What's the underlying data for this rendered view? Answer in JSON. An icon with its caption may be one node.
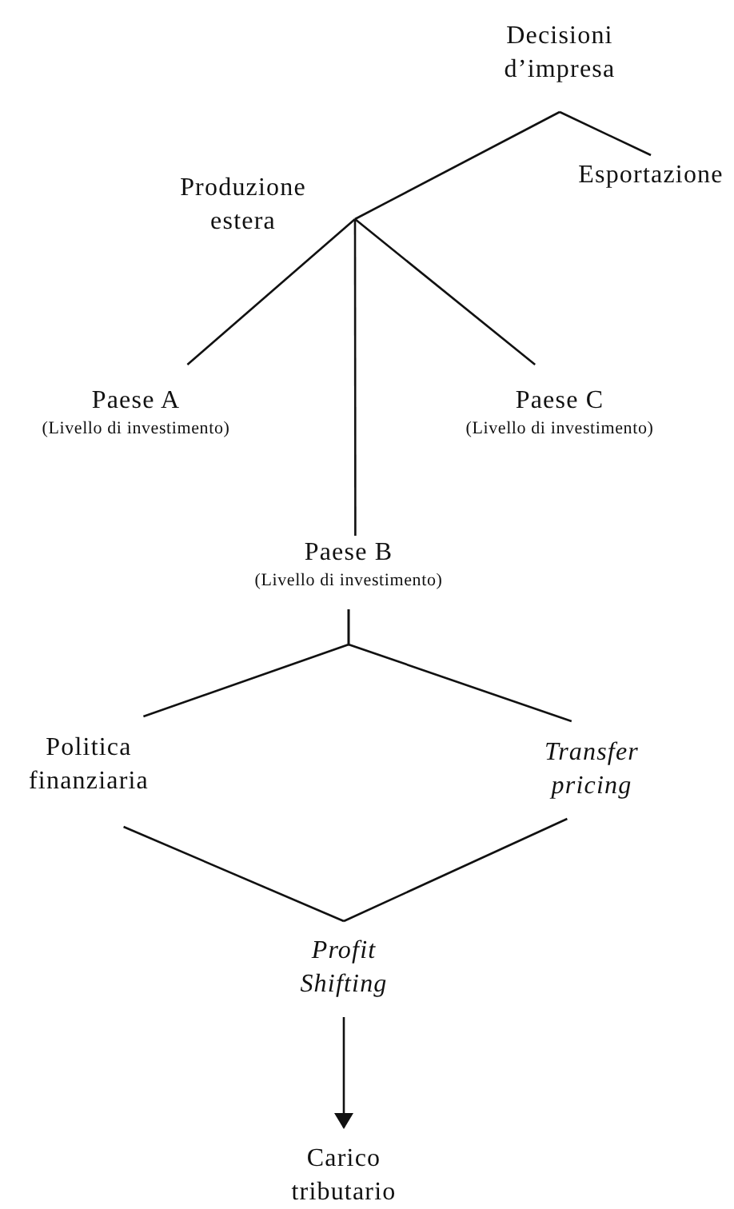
{
  "diagram": {
    "nodes": [
      {
        "text": [
          "Decisioni d’impresa"
        ]
      },
      {
        "text": [
          "Produzione estera"
        ]
      },
      {
        "text": [
          "Esportazione"
        ]
      },
      {
        "text": [
          "Paese A",
          "(Livello di investimento)"
        ]
      },
      {
        "text": [
          "Paese C",
          "(Livello di investimento)"
        ]
      },
      {
        "text": [
          "Paese B",
          "(Livello di investimento)"
        ]
      },
      {
        "text": [
          "Politica finanziaria"
        ]
      },
      {
        "text": [
          "Transfer pricing"
        ]
      },
      {
        "text": [
          "Profit Shifting"
        ]
      },
      {
        "text": [
          "Carico tributario"
        ]
      }
    ],
    "edges": [
      {
        "from": 0,
        "to": 1,
        "arrow": "none"
      },
      {
        "from": 0,
        "to": 2,
        "arrow": "none"
      },
      {
        "from": 1,
        "to": 3,
        "arrow": "none"
      },
      {
        "from": 1,
        "to": 4,
        "arrow": "none"
      },
      {
        "from": 1,
        "to": 5,
        "arrow": "none"
      },
      {
        "from": 5,
        "to": 6,
        "arrow": "none"
      },
      {
        "from": 5,
        "to": 7,
        "arrow": "none"
      },
      {
        "from": 6,
        "to": 8,
        "arrow": "none"
      },
      {
        "from": 7,
        "to": 8,
        "arrow": "none"
      },
      {
        "from": 8,
        "to": 9,
        "arrow": "to"
      }
    ]
  }
}
